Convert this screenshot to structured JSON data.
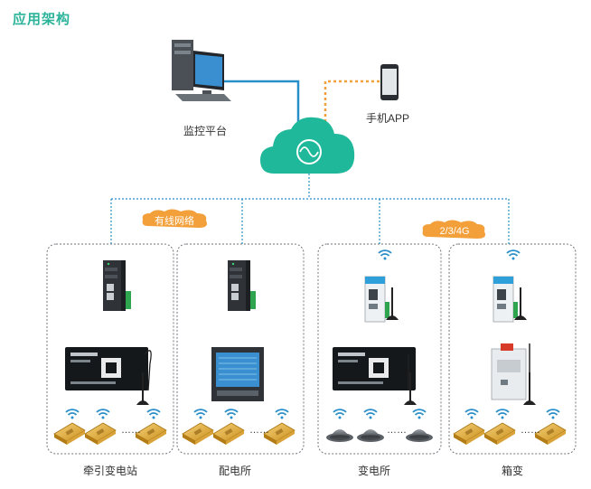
{
  "title": "应用架构",
  "nodes": {
    "platform": "监控平台",
    "app": "手机APP"
  },
  "links": {
    "wired": "有线网络",
    "wireless": "2/3/4G"
  },
  "sites": [
    {
      "label": "牵引变电站"
    },
    {
      "label": "配电所"
    },
    {
      "label": "变电所"
    },
    {
      "label": "箱变"
    }
  ],
  "colors": {
    "accent": "#2bb39a",
    "cloud": "#1fb89a",
    "line_blue": "#2a8fc9",
    "line_orange": "#f3a03a",
    "badge": "#f3a03a"
  },
  "sensor_gap": "……"
}
